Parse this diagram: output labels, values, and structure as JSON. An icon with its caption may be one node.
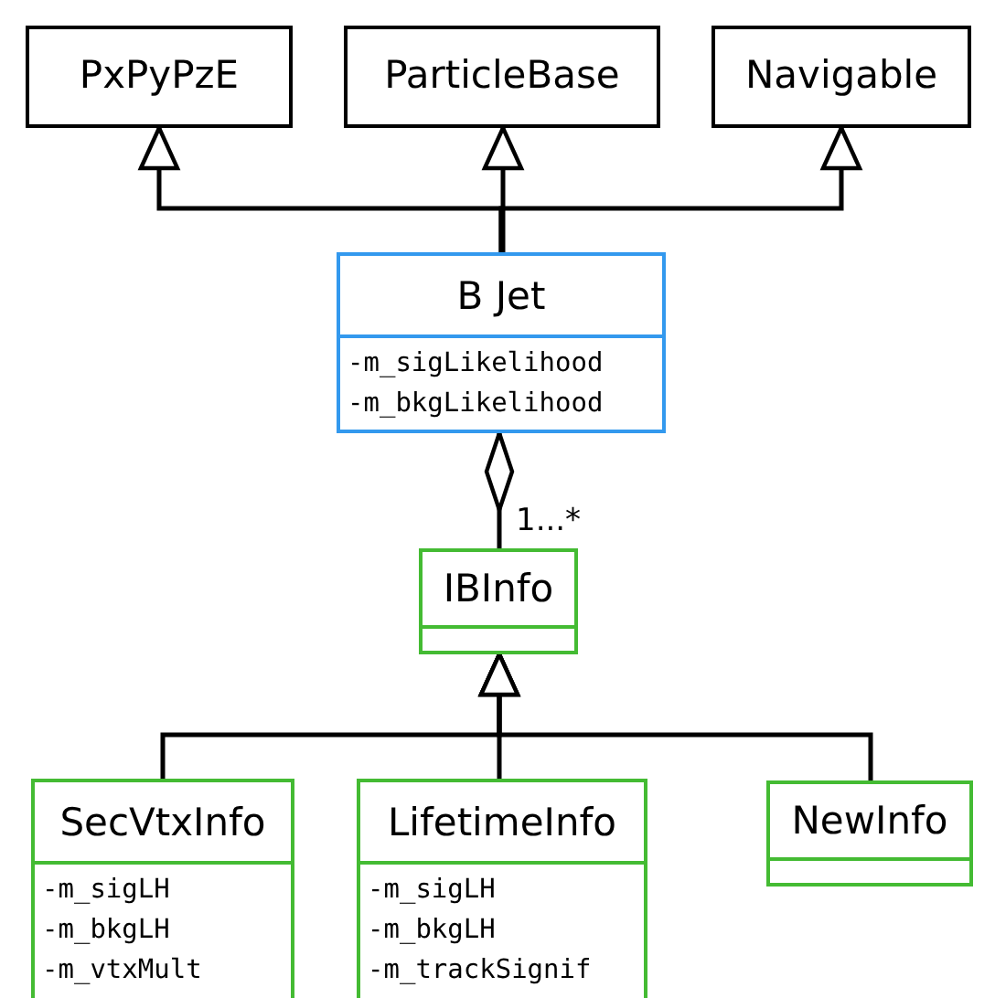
{
  "diagram": {
    "nodes": [
      {
        "text": [
          "PxPyPzE"
        ]
      },
      {
        "text": [
          "ParticleBase"
        ]
      },
      {
        "text": [
          "Navigable"
        ]
      },
      {
        "text": [
          "B Jet",
          "-m_sigLikelihood",
          "-m_bkgLikelihood"
        ]
      },
      {
        "text": [
          "IBInfo"
        ]
      },
      {
        "text": [
          "SecVtxInfo",
          "-m_sigLH",
          "-m_bkgLH",
          "-m_vtxMult"
        ]
      },
      {
        "text": [
          "LifetimeInfo",
          "-m_sigLH",
          "-m_bkgLH",
          "-m_trackSignif"
        ]
      },
      {
        "text": [
          "NewInfo"
        ]
      }
    ],
    "edges": [
      {
        "from": 3,
        "to": 0,
        "arrow": "to"
      },
      {
        "from": 3,
        "to": 1,
        "arrow": "to"
      },
      {
        "from": 3,
        "to": 2,
        "arrow": "to"
      },
      {
        "from": 3,
        "to": 4,
        "arrow": "other",
        "label": "1...*"
      },
      {
        "from": 5,
        "to": 4,
        "arrow": "to"
      },
      {
        "from": 6,
        "to": 4,
        "arrow": "to"
      },
      {
        "from": 7,
        "to": 4,
        "arrow": "to"
      }
    ]
  }
}
